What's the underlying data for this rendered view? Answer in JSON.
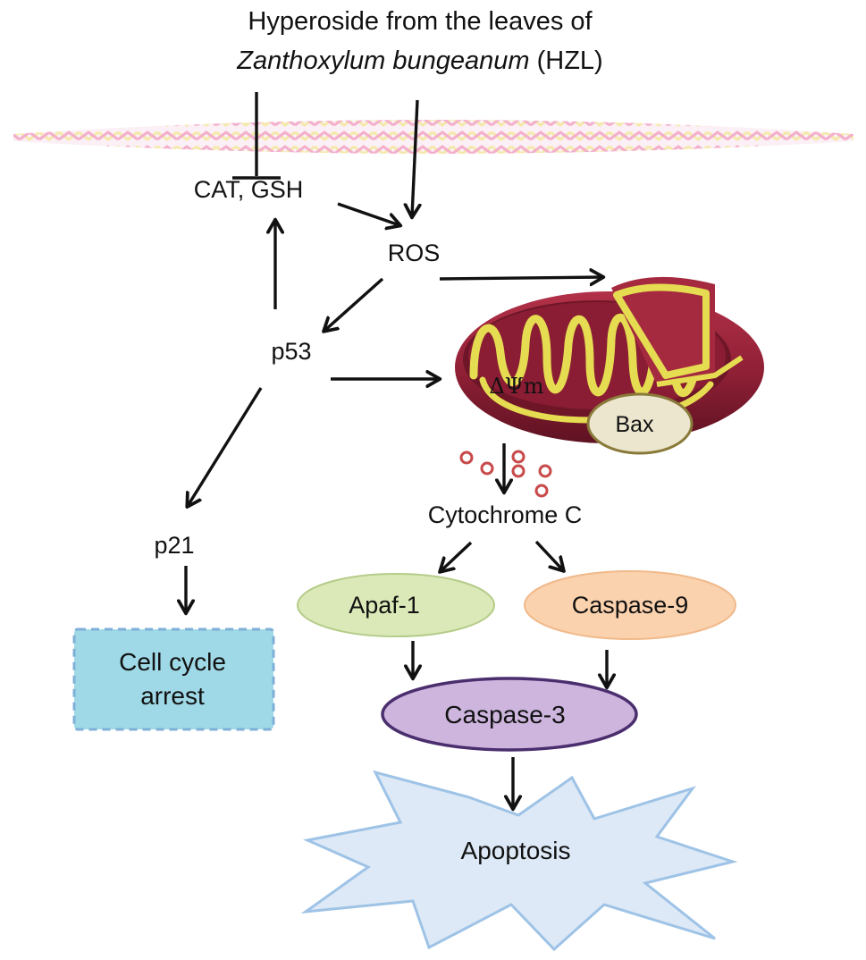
{
  "title": {
    "line1": "Hyperoside from the leaves of",
    "line2_italic": "Zanthoxylum bungeanum",
    "line2_rest": " (HZL)"
  },
  "nodes": {
    "cat_gsh": "CAT, GSH",
    "ros": "ROS",
    "p53": "p53",
    "p21": "p21",
    "cell_cycle_line1": "Cell cycle",
    "cell_cycle_line2": "arrest",
    "delta_psi_m": "ΔΨm",
    "bax": "Bax",
    "cytochrome_c": "Cytochrome C",
    "apaf1": "Apaf-1",
    "caspase9": "Caspase-9",
    "caspase3": "Caspase-3",
    "apoptosis": "Apoptosis"
  },
  "colors": {
    "membrane_pink": "#f2a6c6",
    "membrane_yellow": "#f3e6a0",
    "cell_cycle_fill": "#9fd8e6",
    "cell_cycle_border": "#7fb0d8",
    "apaf1_fill": "#dbe9b8",
    "caspase9_fill": "#fbd2ae",
    "caspase3_fill": "#cdb5de",
    "caspase3_border": "#4b2e6e",
    "apoptosis_fill": "#dde9f6",
    "apoptosis_border": "#9ec3e6",
    "mito_outer": "#8e1f35",
    "mito_cristae": "#e6dc52",
    "bax_fill": "#ece6cf",
    "vesicle": "#c84a4a"
  }
}
